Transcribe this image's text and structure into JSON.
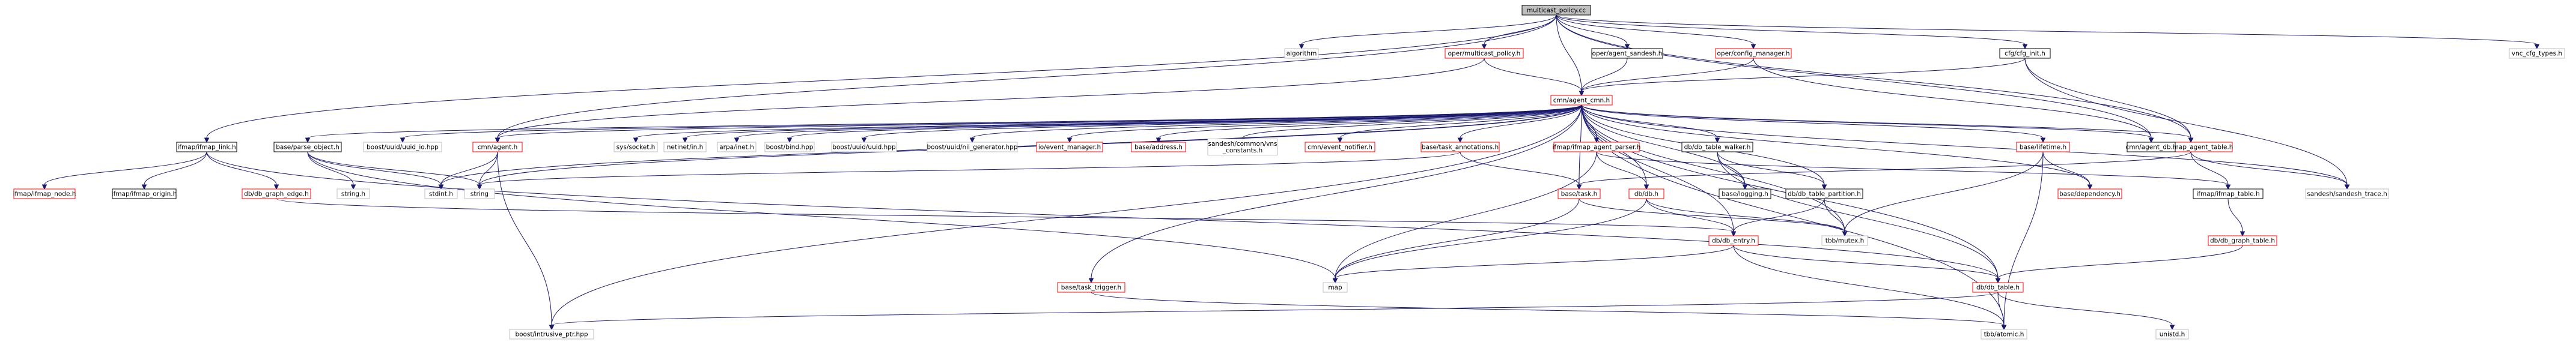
{
  "colors": {
    "root_fill": "#bfbfbf",
    "root_border": "#000000",
    "link_border": "#ff0000",
    "plain_border": "#000000",
    "external_border": "#bfbfbf",
    "edge": "#191970",
    "background": "#ffffff"
  },
  "nodes": [
    {
      "id": "root",
      "label": "multicast_policy.cc",
      "kind": "root"
    },
    {
      "id": "algorithm",
      "label": "algorithm",
      "kind": "external"
    },
    {
      "id": "mp_h",
      "label": "oper/multicast_policy.h",
      "kind": "link"
    },
    {
      "id": "agent_sandesh",
      "label": "oper/agent_sandesh.h",
      "kind": "plain"
    },
    {
      "id": "config_manager",
      "label": "oper/config_manager.h",
      "kind": "link"
    },
    {
      "id": "cfg_init",
      "label": "cfg/cfg_init.h",
      "kind": "plain"
    },
    {
      "id": "vnc_cfg_types",
      "label": "vnc_cfg_types.h",
      "kind": "external"
    },
    {
      "id": "agent_cmn",
      "label": "cmn/agent_cmn.h",
      "kind": "link"
    },
    {
      "id": "ifmap_link",
      "label": "ifmap/ifmap_link.h",
      "kind": "plain"
    },
    {
      "id": "parse_object",
      "label": "base/parse_object.h",
      "kind": "plain"
    },
    {
      "id": "uuid_io",
      "label": "boost/uuid/uuid_io.hpp",
      "kind": "external"
    },
    {
      "id": "agent_h",
      "label": "cmn/agent.h",
      "kind": "link"
    },
    {
      "id": "socket",
      "label": "sys/socket.h",
      "kind": "external"
    },
    {
      "id": "netinet",
      "label": "netinet/in.h",
      "kind": "external"
    },
    {
      "id": "arpa",
      "label": "arpa/inet.h",
      "kind": "external"
    },
    {
      "id": "bind",
      "label": "boost/bind.hpp",
      "kind": "external"
    },
    {
      "id": "uuid",
      "label": "boost/uuid/uuid.hpp",
      "kind": "external"
    },
    {
      "id": "nil_gen",
      "label": "boost/uuid/nil_generator.hpp",
      "kind": "external"
    },
    {
      "id": "event_manager",
      "label": "io/event_manager.h",
      "kind": "link"
    },
    {
      "id": "address",
      "label": "base/address.h",
      "kind": "link"
    },
    {
      "id": "vns_constants",
      "label": "sandesh/common/vns\n_constants.h",
      "kind": "external"
    },
    {
      "id": "event_notifier",
      "label": "cmn/event_notifier.h",
      "kind": "link"
    },
    {
      "id": "task_annotations",
      "label": "base/task_annotations.h",
      "kind": "link"
    },
    {
      "id": "ifmap_agent_parser",
      "label": "ifmap/ifmap_agent_parser.h",
      "kind": "link"
    },
    {
      "id": "db_table_walker",
      "label": "db/db_table_walker.h",
      "kind": "plain"
    },
    {
      "id": "lifetime",
      "label": "base/lifetime.h",
      "kind": "link"
    },
    {
      "id": "ifmap_agent_table",
      "label": "ifmap/ifmap_agent_table.h",
      "kind": "link"
    },
    {
      "id": "agent_db",
      "label": "cmn/agent_db.h",
      "kind": "plain"
    },
    {
      "id": "ifmap_node",
      "label": "ifmap/ifmap_node.h",
      "kind": "link"
    },
    {
      "id": "ifmap_origin",
      "label": "ifmap/ifmap_origin.h",
      "kind": "plain"
    },
    {
      "id": "db_graph_edge",
      "label": "db/db_graph_edge.h",
      "kind": "link"
    },
    {
      "id": "string_h",
      "label": "string.h",
      "kind": "external"
    },
    {
      "id": "stdint",
      "label": "stdint.h",
      "kind": "external"
    },
    {
      "id": "string",
      "label": "string",
      "kind": "external"
    },
    {
      "id": "base_task",
      "label": "base/task.h",
      "kind": "link"
    },
    {
      "id": "db_h",
      "label": "db/db.h",
      "kind": "link"
    },
    {
      "id": "base_logging",
      "label": "base/logging.h",
      "kind": "plain"
    },
    {
      "id": "db_table_partition",
      "label": "db/db_table_partition.h",
      "kind": "plain"
    },
    {
      "id": "dependency",
      "label": "base/dependency.h",
      "kind": "link"
    },
    {
      "id": "ifmap_table",
      "label": "ifmap/ifmap_table.h",
      "kind": "plain"
    },
    {
      "id": "sandesh_trace",
      "label": "sandesh/sandesh_trace.h",
      "kind": "external"
    },
    {
      "id": "tbb_mutex",
      "label": "tbb/mutex.h",
      "kind": "external"
    },
    {
      "id": "db_entry",
      "label": "db/db_entry.h",
      "kind": "link"
    },
    {
      "id": "db_graph_table",
      "label": "db/db_graph_table.h",
      "kind": "link"
    },
    {
      "id": "map",
      "label": "map",
      "kind": "external"
    },
    {
      "id": "task_trigger",
      "label": "base/task_trigger.h",
      "kind": "link"
    },
    {
      "id": "db_table",
      "label": "db/db_table.h",
      "kind": "link"
    },
    {
      "id": "unistd",
      "label": "unistd.h",
      "kind": "external"
    },
    {
      "id": "intrusive_ptr",
      "label": "boost/intrusive_ptr.hpp",
      "kind": "external"
    },
    {
      "id": "tbb_atomic",
      "label": "tbb/atomic.h",
      "kind": "external"
    }
  ],
  "edges": [
    [
      "root",
      "algorithm"
    ],
    [
      "root",
      "mp_h"
    ],
    [
      "root",
      "agent_sandesh"
    ],
    [
      "root",
      "config_manager"
    ],
    [
      "root",
      "cfg_init"
    ],
    [
      "root",
      "vnc_cfg_types"
    ],
    [
      "root",
      "agent_cmn"
    ],
    [
      "root",
      "ifmap_link"
    ],
    [
      "root",
      "agent_h"
    ],
    [
      "root",
      "ifmap_agent_table"
    ],
    [
      "root",
      "agent_db"
    ],
    [
      "mp_h",
      "agent_cmn"
    ],
    [
      "mp_h",
      "agent_h"
    ],
    [
      "agent_sandesh",
      "agent_cmn"
    ],
    [
      "config_manager",
      "agent_cmn"
    ],
    [
      "config_manager",
      "agent_db"
    ],
    [
      "cfg_init",
      "agent_cmn"
    ],
    [
      "cfg_init",
      "ifmap_agent_table"
    ],
    [
      "cfg_init",
      "sandesh_trace"
    ],
    [
      "agent_cmn",
      "uuid_io"
    ],
    [
      "agent_cmn",
      "agent_h"
    ],
    [
      "agent_cmn",
      "socket"
    ],
    [
      "agent_cmn",
      "netinet"
    ],
    [
      "agent_cmn",
      "arpa"
    ],
    [
      "agent_cmn",
      "bind"
    ],
    [
      "agent_cmn",
      "uuid"
    ],
    [
      "agent_cmn",
      "nil_gen"
    ],
    [
      "agent_cmn",
      "event_manager"
    ],
    [
      "agent_cmn",
      "address"
    ],
    [
      "agent_cmn",
      "vns_constants"
    ],
    [
      "agent_cmn",
      "event_notifier"
    ],
    [
      "agent_cmn",
      "task_annotations"
    ],
    [
      "agent_cmn",
      "ifmap_agent_parser"
    ],
    [
      "agent_cmn",
      "db_table_walker"
    ],
    [
      "agent_cmn",
      "lifetime"
    ],
    [
      "agent_cmn",
      "ifmap_agent_table"
    ],
    [
      "agent_cmn",
      "agent_db"
    ],
    [
      "agent_cmn",
      "base_task"
    ],
    [
      "agent_cmn",
      "db_h"
    ],
    [
      "agent_cmn",
      "base_logging"
    ],
    [
      "agent_cmn",
      "db_table_partition"
    ],
    [
      "agent_cmn",
      "dependency"
    ],
    [
      "agent_cmn",
      "sandesh_trace"
    ],
    [
      "agent_cmn",
      "tbb_mutex"
    ],
    [
      "agent_cmn",
      "db_entry"
    ],
    [
      "agent_cmn",
      "db_table"
    ],
    [
      "agent_cmn",
      "tbb_atomic"
    ],
    [
      "agent_cmn",
      "intrusive_ptr"
    ],
    [
      "agent_cmn",
      "task_trigger"
    ],
    [
      "agent_cmn",
      "parse_object"
    ],
    [
      "agent_cmn",
      "string"
    ],
    [
      "agent_cmn",
      "stdint"
    ],
    [
      "agent_h",
      "stdint"
    ],
    [
      "agent_h",
      "string"
    ],
    [
      "agent_h",
      "intrusive_ptr"
    ],
    [
      "ifmap_link",
      "ifmap_node"
    ],
    [
      "ifmap_link",
      "ifmap_origin"
    ],
    [
      "ifmap_link",
      "db_graph_edge"
    ],
    [
      "ifmap_link",
      "db_table"
    ],
    [
      "parse_object",
      "string_h"
    ],
    [
      "parse_object",
      "stdint"
    ],
    [
      "parse_object",
      "string"
    ],
    [
      "parse_object",
      "map"
    ],
    [
      "db_graph_edge",
      "db_entry"
    ],
    [
      "task_annotations",
      "string"
    ],
    [
      "task_annotations",
      "base_task"
    ],
    [
      "ifmap_agent_parser",
      "db_h"
    ],
    [
      "ifmap_agent_parser",
      "map"
    ],
    [
      "ifmap_agent_parser",
      "ifmap_table"
    ],
    [
      "db_table_walker",
      "base_logging"
    ],
    [
      "db_table_walker",
      "db_table"
    ],
    [
      "db_table_walker",
      "db_table_partition"
    ],
    [
      "lifetime",
      "dependency"
    ],
    [
      "lifetime",
      "tbb_mutex"
    ],
    [
      "lifetime",
      "tbb_atomic"
    ],
    [
      "ifmap_agent_table",
      "ifmap_table"
    ],
    [
      "ifmap_agent_table",
      "sandesh_trace"
    ],
    [
      "ifmap_agent_table",
      "base_task"
    ],
    [
      "base_task",
      "map"
    ],
    [
      "base_task",
      "tbb_mutex"
    ],
    [
      "db_h",
      "map"
    ],
    [
      "db_h",
      "db_entry"
    ],
    [
      "db_h",
      "tbb_mutex"
    ],
    [
      "db_table_partition",
      "tbb_mutex"
    ],
    [
      "db_table_partition",
      "db_entry"
    ],
    [
      "ifmap_table",
      "db_graph_table"
    ],
    [
      "db_graph_table",
      "db_table"
    ],
    [
      "db_entry",
      "map"
    ],
    [
      "db_entry",
      "db_table"
    ],
    [
      "db_entry",
      "tbb_atomic"
    ],
    [
      "task_trigger",
      "tbb_atomic"
    ],
    [
      "db_table",
      "unistd"
    ],
    [
      "db_table",
      "tbb_atomic"
    ],
    [
      "db_table",
      "intrusive_ptr"
    ]
  ]
}
